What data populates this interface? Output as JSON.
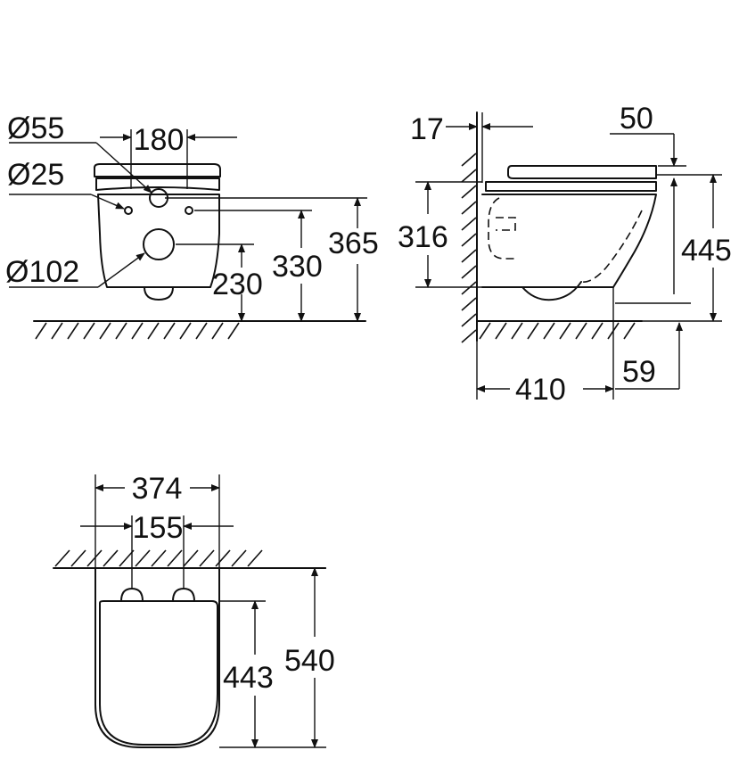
{
  "front_view": {
    "dims": {
      "d55": "Ø55",
      "w180": "180",
      "d25": "Ø25",
      "d102": "Ø102",
      "h230": "230",
      "h330": "330",
      "h365": "365"
    }
  },
  "side_view": {
    "dims": {
      "t17": "17",
      "t50": "50",
      "h316": "316",
      "h445": "445",
      "d410": "410",
      "d59": "59"
    }
  },
  "top_view": {
    "dims": {
      "w374": "374",
      "w155": "155",
      "h443": "443",
      "h540": "540"
    }
  }
}
